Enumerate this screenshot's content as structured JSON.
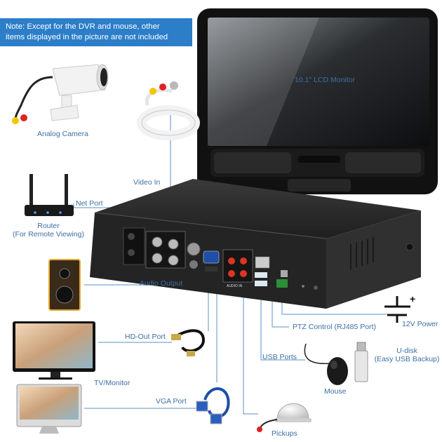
{
  "note": {
    "line1": "Note: Except for the DVR and mouse, other",
    "line2": "items displayed in the picture are not included"
  },
  "labels": {
    "monitor": "10.1\" LCD Monitor",
    "camera": "Analog Camera",
    "video_in": "Video In",
    "net_port": "Net Port",
    "router_l1": "Router",
    "router_l2": "(For Remote Viewing)",
    "audio_output": "Audio Output",
    "hd_out": "HD-Out Port",
    "tv_monitor": "TV/Monitor",
    "vga_port": "VGA Port",
    "ptz": "PTZ Control (RJ485 Port)",
    "power": "12V Power",
    "usb_ports": "USB Ports",
    "udisk_l1": "U-disk",
    "udisk_l2": "(Easy USB Backup)",
    "mouse": "Mouse",
    "pickups": "Pickups",
    "audio_in": "AUDIO IN",
    "power_symbol": "+"
  },
  "colors": {
    "label_text": "#3d6fa3",
    "connector_line": "#5a8fc4",
    "note_bg": "#2c7ec9",
    "dvr_body": "#2a2a2a"
  }
}
